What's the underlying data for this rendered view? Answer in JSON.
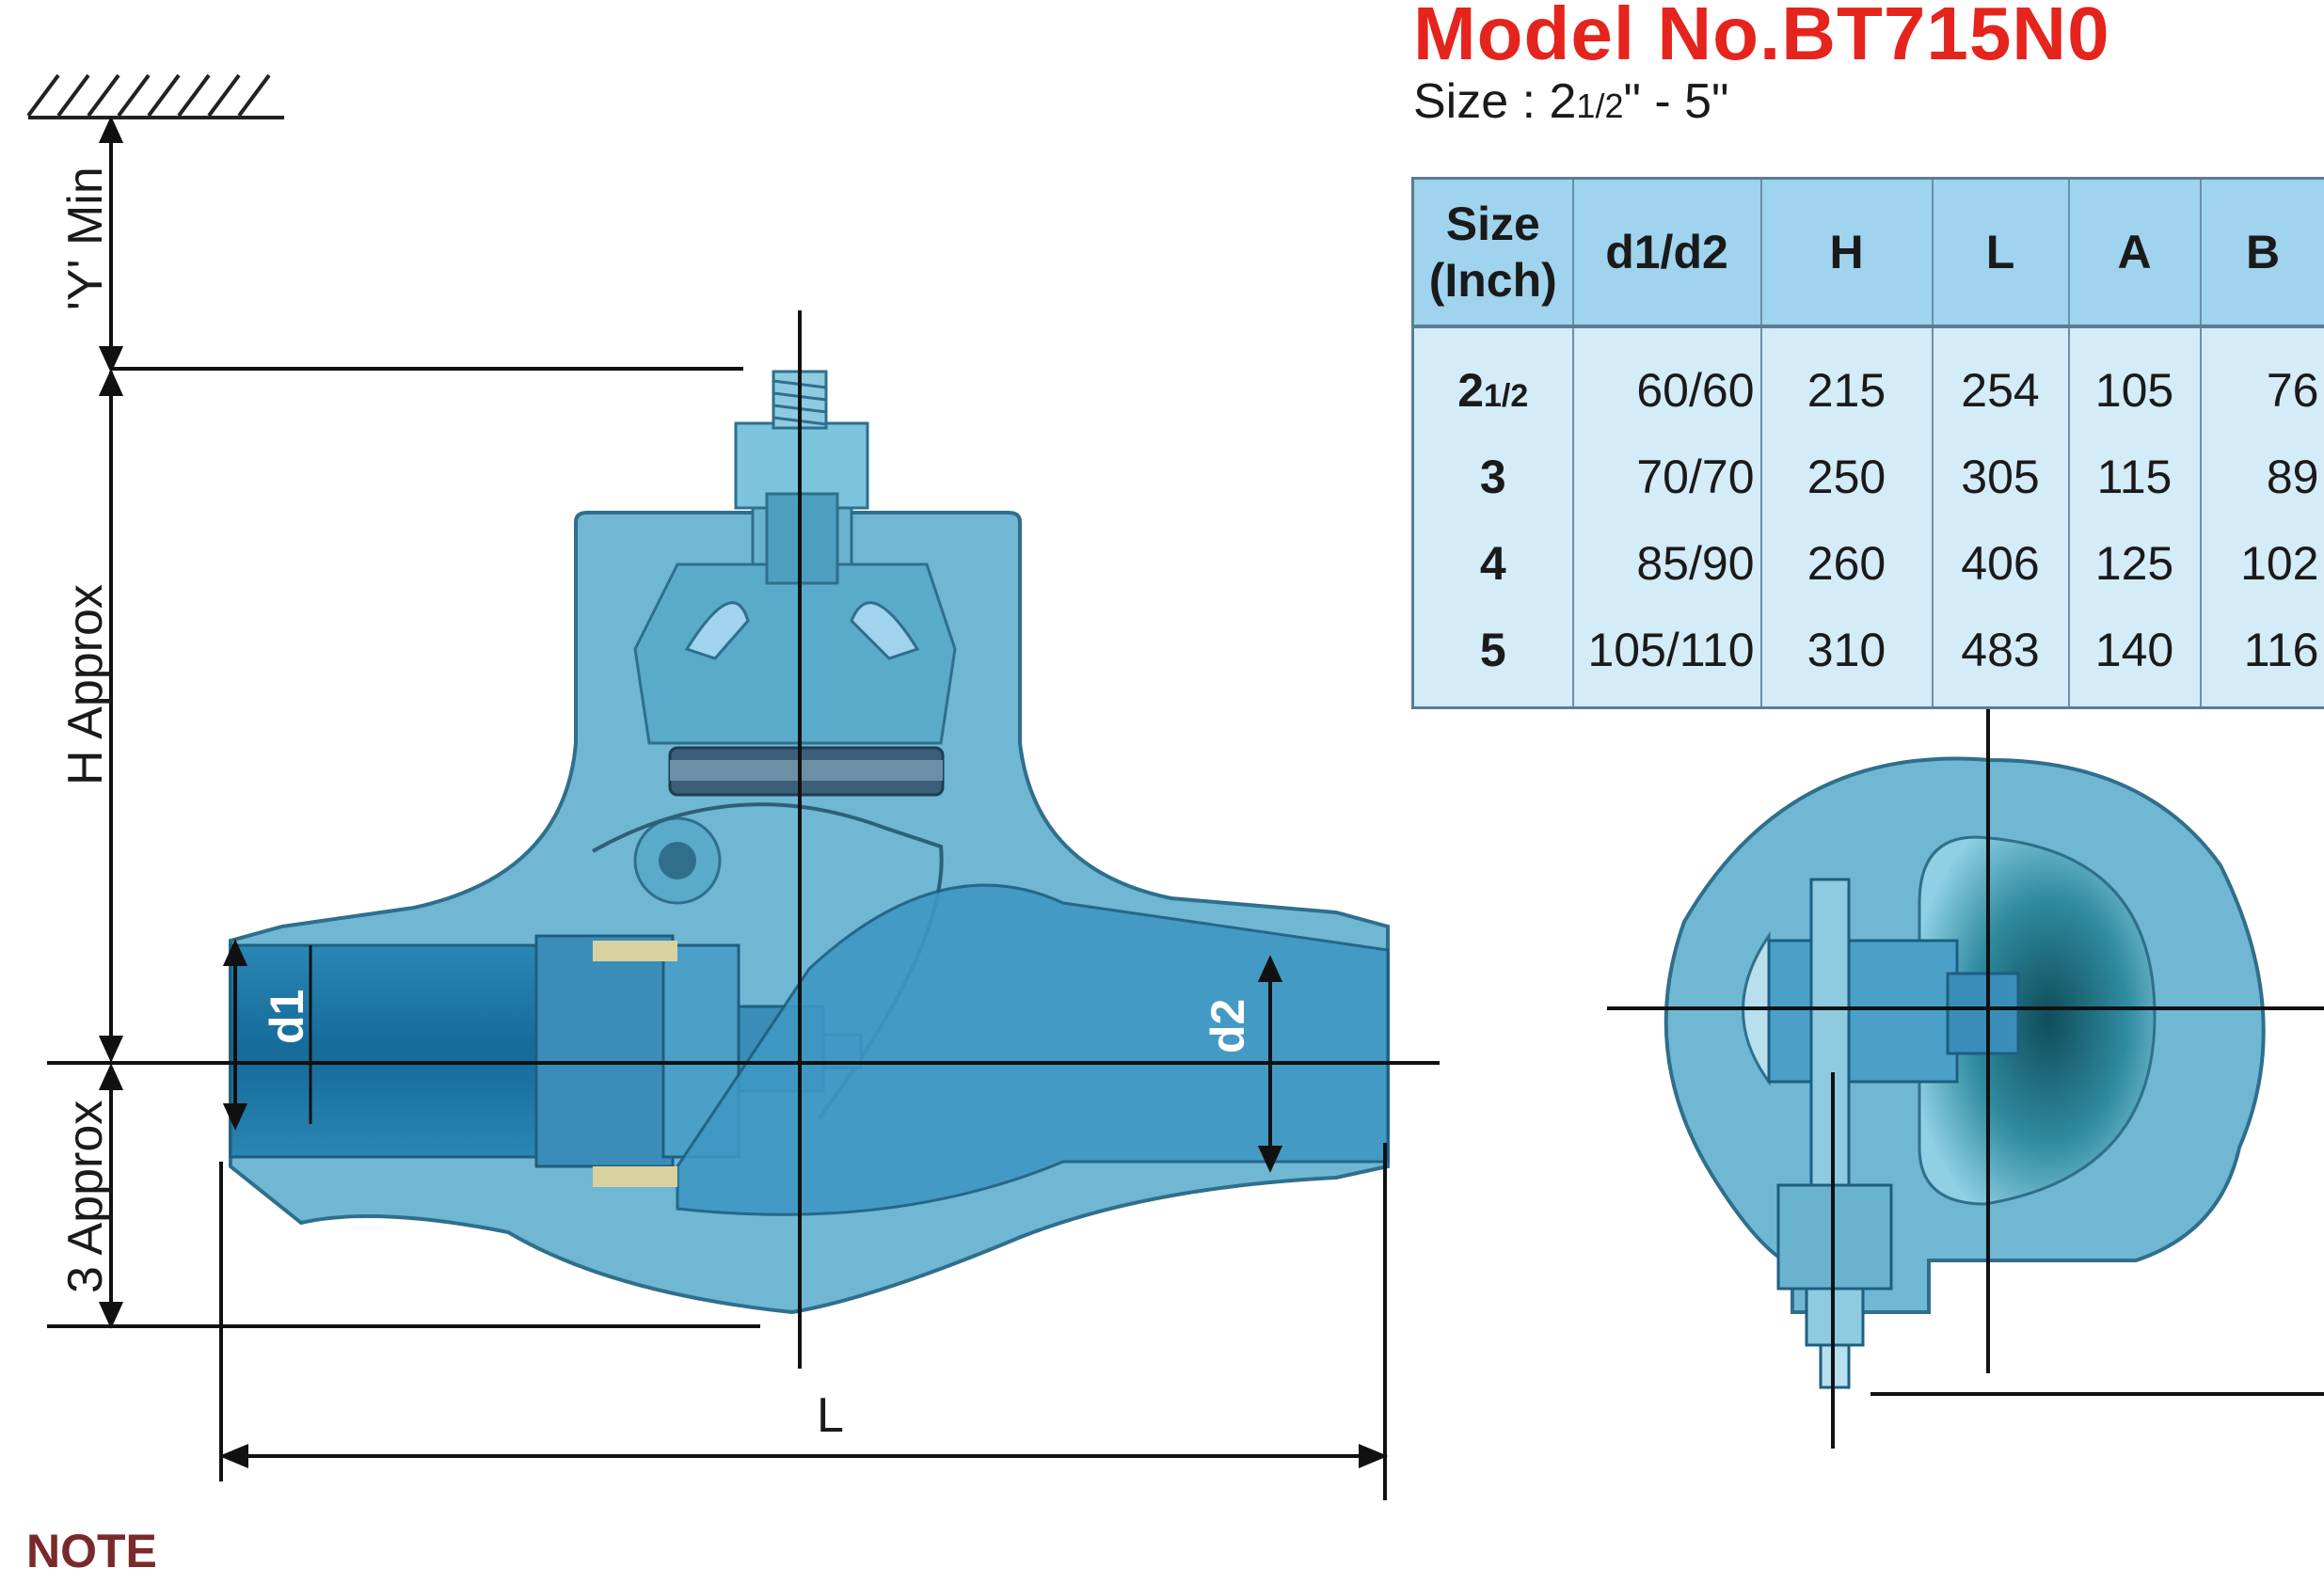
{
  "title": "Model No.BT715N0",
  "size_range": {
    "label": "Size : 2",
    "frac": "1/2",
    "rest": "\" - 5\""
  },
  "table": {
    "headers": [
      {
        "line1": "Size",
        "line2": "(Inch)"
      },
      {
        "line1": "d1/d2",
        "line2": ""
      },
      {
        "line1": "H",
        "line2": ""
      },
      {
        "line1": "L",
        "line2": ""
      },
      {
        "line1": "A",
        "line2": ""
      },
      {
        "line1": "B",
        "line2": ""
      }
    ],
    "rows": [
      {
        "size": "2",
        "size_frac": "1/2",
        "d1d2": "60/60",
        "h": "215",
        "l": "254",
        "a": "105",
        "b": "76"
      },
      {
        "size": "3",
        "size_frac": "",
        "d1d2": "70/70",
        "h": "250",
        "l": "305",
        "a": "115",
        "b": "89"
      },
      {
        "size": "4",
        "size_frac": "",
        "d1d2": "85/90",
        "h": "260",
        "l": "406",
        "a": "125",
        "b": "102"
      },
      {
        "size": "5",
        "size_frac": "",
        "d1d2": "105/110",
        "h": "310",
        "l": "483",
        "a": "140",
        "b": "116"
      }
    ]
  },
  "dimensions": {
    "y_min": "'Y' Min",
    "h_approx": "H Approx",
    "three_approx": "3 Approx",
    "l": "L",
    "d1": "d1",
    "d2": "d2"
  },
  "note": "NOTE",
  "colors": {
    "title": "#e4241d",
    "valve_body": "#6fb7d3",
    "valve_dark": "#1d6f9a",
    "table_header": "#9fd3ee",
    "table_body": "#d4ebf8",
    "note": "#7a2a2a"
  }
}
